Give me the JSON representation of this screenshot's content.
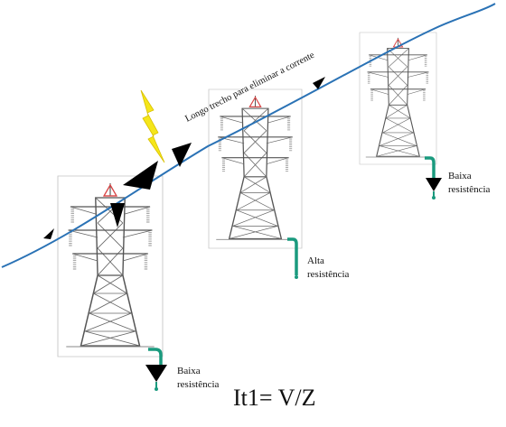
{
  "diagram": {
    "line_label": "Longo trecho para eliminar a corrente",
    "towers": [
      {
        "ground_label_line1": "Baixa",
        "ground_label_line2": "resistência"
      },
      {
        "ground_label_line1": "Alta",
        "ground_label_line2": "resistência"
      },
      {
        "ground_label_line1": "Baixa",
        "ground_label_line2": "resistência"
      }
    ],
    "formula": "It1= V/Z"
  },
  "colors": {
    "line": "#2a72b5",
    "ground_lead": "#1a9a7e",
    "lightning": "#f5e61a",
    "lightning_stroke": "#d8c000",
    "tower": "#555555",
    "tower_top": "#d84444",
    "insulator": "#aaaaaa",
    "arrow": "#000000"
  },
  "icons": [
    "lightning-bolt-icon",
    "current-arrow-icon",
    "ground-arrow-icon"
  ]
}
